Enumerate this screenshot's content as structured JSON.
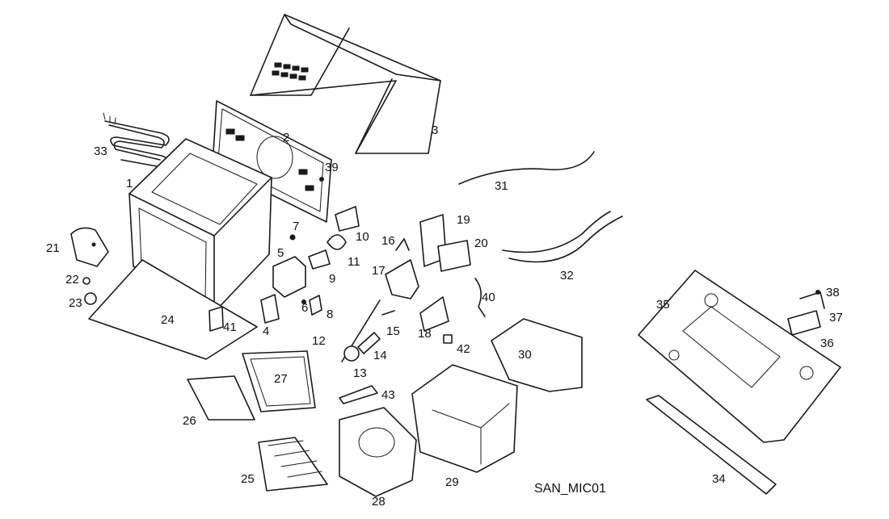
{
  "diagram": {
    "code": "SAN_MIC01",
    "callouts": [
      "1",
      "2",
      "3",
      "4",
      "5",
      "6",
      "7",
      "8",
      "9",
      "10",
      "11",
      "12",
      "13",
      "14",
      "15",
      "16",
      "17",
      "18",
      "19",
      "20",
      "21",
      "22",
      "23",
      "24",
      "25",
      "26",
      "27",
      "28",
      "29",
      "30",
      "31",
      "32",
      "33",
      "34",
      "35",
      "36",
      "37",
      "38",
      "39",
      "40",
      "41",
      "42",
      "43"
    ]
  },
  "colors": {
    "line": "#1a1a1a",
    "background": "#ffffff"
  }
}
